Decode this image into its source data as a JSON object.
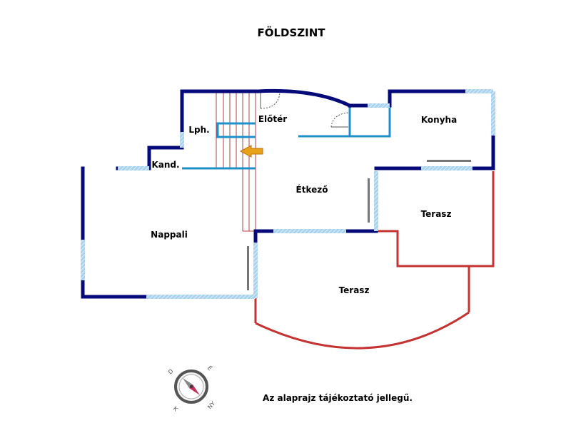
{
  "title": "FÖLDSZINT",
  "rooms": {
    "eloter": "Előtér",
    "lph": "Lph.",
    "konyha": "Konyha",
    "kand": "Kand.",
    "etkezo": "Étkező",
    "nappali": "Nappali",
    "terasz_upper": "Terasz",
    "terasz_lower": "Terasz"
  },
  "compass": {
    "north": "É",
    "south": "D",
    "east": "K",
    "west": "NY"
  },
  "note": "Az alaprajz tájékoztató jellegű.",
  "colors": {
    "wall": "#050a78",
    "window": "#a9d3ee",
    "inner_wall": "#1e90c8",
    "terrace": "#c43232",
    "stairs": "#b04040",
    "arrow": "#e8a21a",
    "door": "#555555"
  }
}
